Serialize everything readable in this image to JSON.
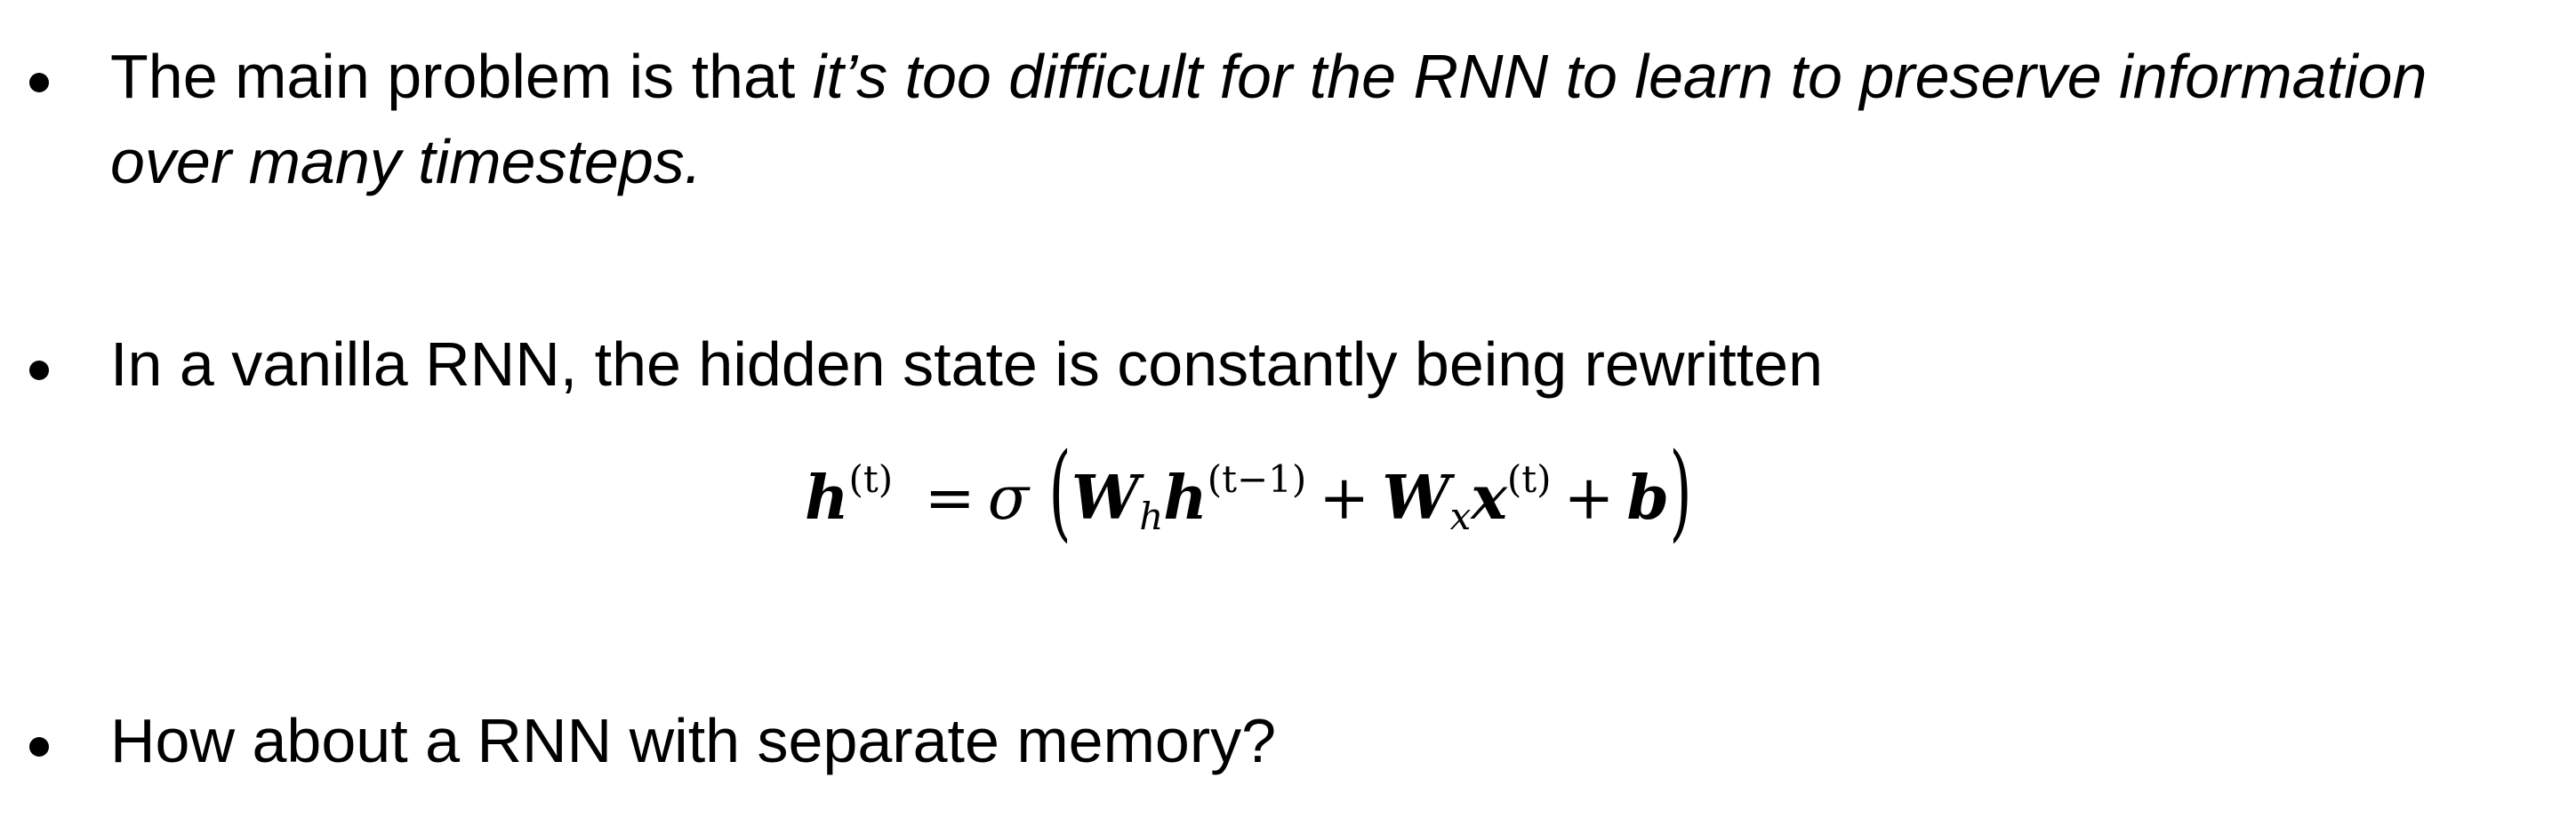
{
  "bullets": [
    {
      "line1_plain": "The main problem is that ",
      "line1_italic": "it’s too difficult for the RNN to learn to preserve information",
      "line2_italic": "over many timesteps."
    },
    {
      "text": "In a vanilla RNN, the hidden state is constantly being rewritten"
    },
    {
      "text": "How about a RNN with separate memory?"
    }
  ],
  "equation": {
    "lhs": "h",
    "lhs_sup": "(t)",
    "equals": "=",
    "sigma": "σ",
    "open_paren": "(",
    "w_h": "W",
    "w_h_sub": "h",
    "h_prev": "h",
    "h_prev_sup": "(t−1)",
    "plus1": "+",
    "w_x": "W",
    "w_x_sub": "x",
    "x": "x",
    "x_sup": "(t)",
    "plus2": "+",
    "b": "b",
    "close_paren": ")"
  }
}
